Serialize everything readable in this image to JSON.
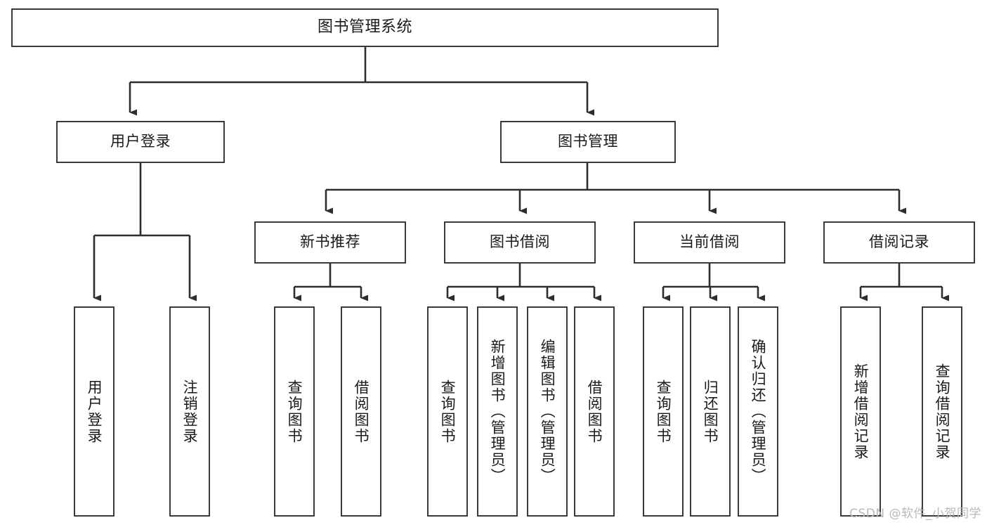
{
  "diagram": {
    "title": "图书管理系统",
    "type": "tree-hierarchy-diagram",
    "watermark": "CSDN @软件_小贺同学",
    "colors": {
      "stroke": "#3a3a3a",
      "box_fill": "#ffffff",
      "text": "#1a1a1a",
      "watermark": "#b9b9b9",
      "background": "#ffffff"
    }
  },
  "nodes": {
    "root": {
      "label": "图书管理系统"
    },
    "level2": [
      {
        "label": "用户登录"
      },
      {
        "label": "图书管理"
      }
    ],
    "level3": [
      {
        "label": "新书推荐"
      },
      {
        "label": "图书借阅"
      },
      {
        "label": "当前借阅"
      },
      {
        "label": "借阅记录"
      }
    ],
    "leaves": {
      "user_login": [
        {
          "label": "用户登录"
        },
        {
          "label": "注销登录"
        }
      ],
      "new_book_recommend": [
        {
          "label": "查询图书"
        },
        {
          "label": "借阅图书"
        }
      ],
      "book_borrow": [
        {
          "label": "查询图书"
        },
        {
          "label": "新增图书（管理员）"
        },
        {
          "label": "编辑图书（管理员）"
        },
        {
          "label": "借阅图书"
        }
      ],
      "current_borrow": [
        {
          "label": "查询图书"
        },
        {
          "label": "归还图书"
        },
        {
          "label": "确认归还（管理员）"
        }
      ],
      "borrow_record": [
        {
          "label": "新增借阅记录"
        },
        {
          "label": "查询借阅记录"
        }
      ]
    }
  }
}
